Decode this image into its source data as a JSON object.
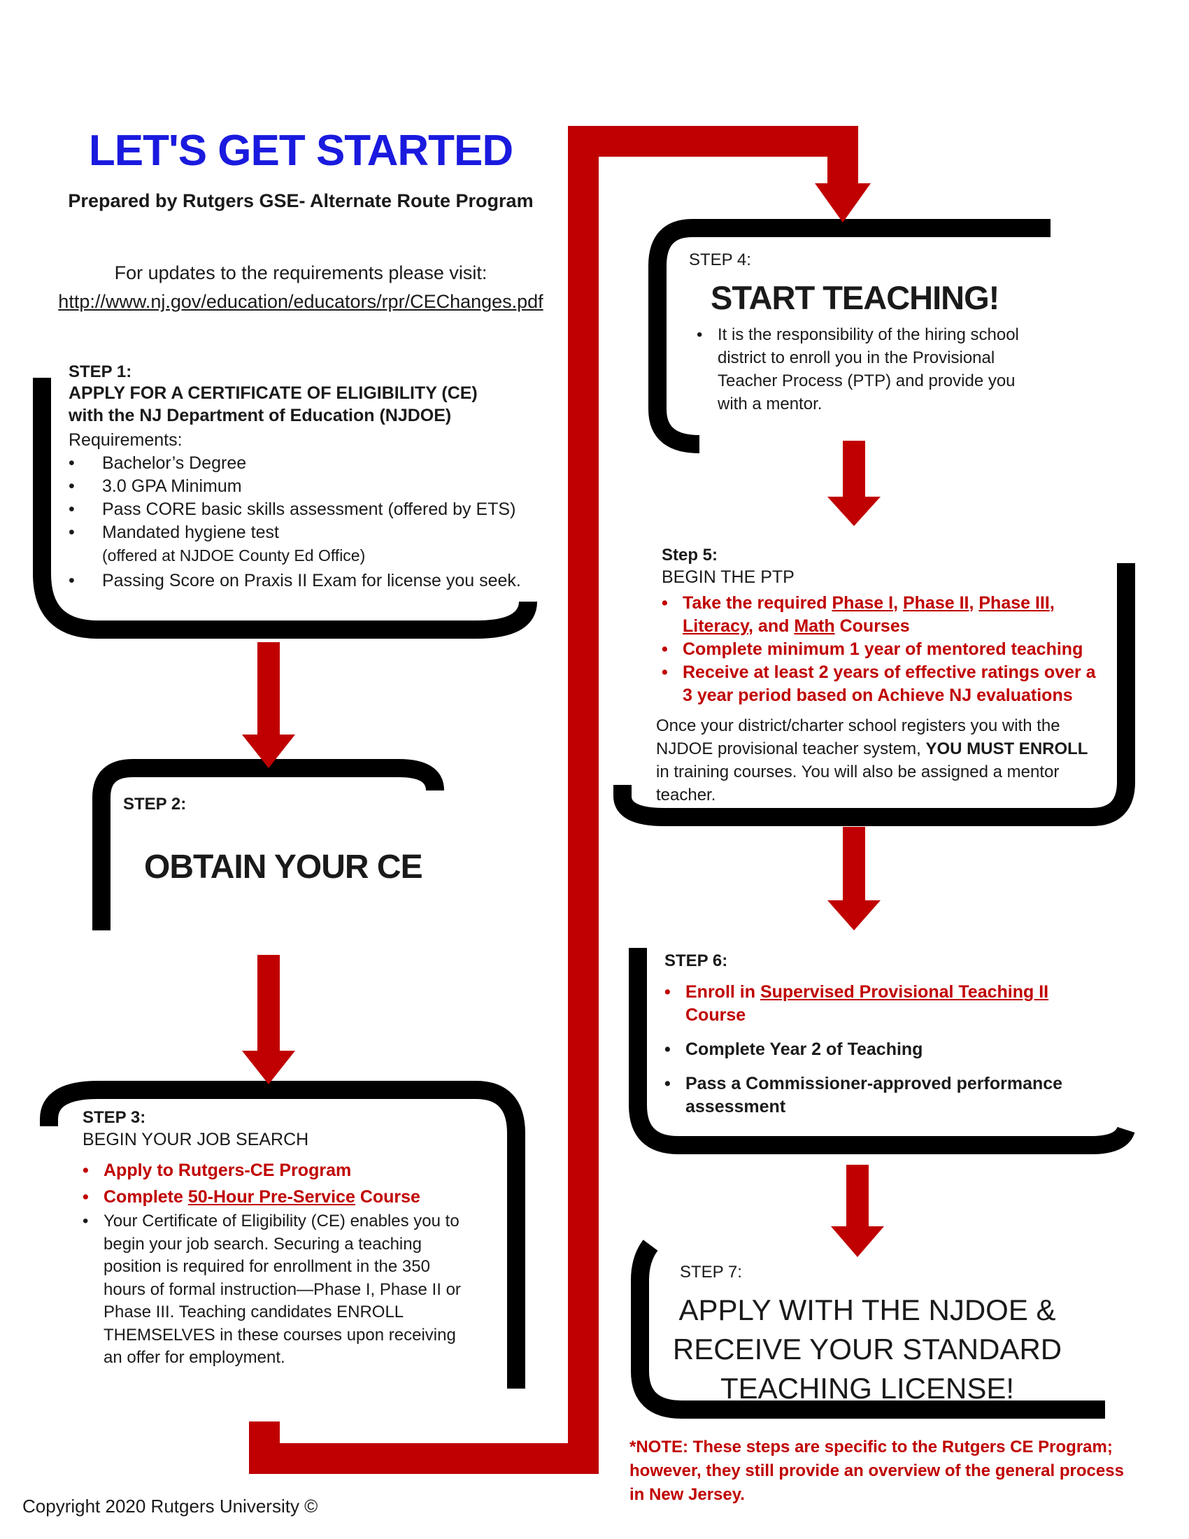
{
  "header": {
    "title": "LET'S GET STARTED",
    "prepared_by": "Prepared by Rutgers GSE- Alternate Route Program",
    "updates_text": "For updates to the requirements please visit:",
    "updates_link": "http://www.nj.gov/education/educators/rpr/CEChanges.pdf"
  },
  "step1": {
    "label": "STEP 1:",
    "heading1": "APPLY FOR A CERTIFICATE OF ELIGIBILITY (CE)",
    "heading2": "with the NJ Department of Education (NJDOE)",
    "req_label": "Requirements:",
    "items": [
      "Bachelor’s Degree",
      "3.0 GPA Minimum",
      "Pass CORE basic skills assessment (offered by ETS)",
      "Mandated hygiene test",
      "(offered at NJDOE County Ed Office)",
      "Passing Score on Praxis II Exam for license you seek."
    ]
  },
  "step2": {
    "label": "STEP 2:",
    "title": "OBTAIN YOUR CE"
  },
  "step3": {
    "label": "STEP 3:",
    "heading": "BEGIN YOUR JOB SEARCH",
    "item1": "Apply to Rutgers-CE Program",
    "item2_pre": "Complete ",
    "item2_link": "50-Hour Pre-Service",
    "item2_post": " Course",
    "item3": "Your Certificate of Eligibility (CE) enables you to begin your job search. Securing a teaching position is required for enrollment in the 350 hours of formal instruction—Phase I, Phase II or Phase III. Teaching candidates ENROLL THEMSELVES in these courses upon receiving an offer for employment."
  },
  "step4": {
    "label": "STEP 4:",
    "title": "START TEACHING!",
    "text": "It is the responsibility of the hiring school district to enroll you in the Provisional Teacher Process (PTP) and provide you with a mentor."
  },
  "step5": {
    "label": "Step 5:",
    "heading": "BEGIN THE PTP",
    "item1": {
      "pre": "Take the required ",
      "phase1": "Phase I",
      "sep1": ", ",
      "phase2": "Phase II",
      "sep2": ", ",
      "phase3": "Phase III",
      "sep3": ", ",
      "literacy": "Literacy",
      "sep4": ", and ",
      "math": "Math",
      "post": " Courses"
    },
    "item2": "Complete minimum 1 year of mentored teaching",
    "item3": "Receive at least 2 years of effective ratings over a 3 year period based on Achieve NJ evaluations",
    "para_pre": "Once your district/charter school registers you with the NJDOE provisional teacher system, ",
    "para_bold": "YOU MUST ENROLL",
    "para_post": " in training courses. You will also be assigned a mentor  teacher."
  },
  "step6": {
    "label": "STEP 6:",
    "item1_pre": "Enroll in ",
    "item1_link": "Supervised Provisional Teaching II",
    "item1_post": " Course",
    "item2": "Complete Year 2 of Teaching",
    "item3": "Pass a Commissioner-approved performance assessment"
  },
  "step7": {
    "label": "STEP 7:",
    "line1": "APPLY WITH THE NJDOE &",
    "line2": "RECEIVE YOUR STANDARD",
    "line3": "TEACHING LICENSE!"
  },
  "note": "*NOTE: These steps are specific to the Rutgers CE Program; however, they still provide an overview of the general process in New Jersey.",
  "copyright": "Copyright 2020 Rutgers University ©",
  "colors": {
    "accent_red": "#c00000",
    "title_blue": "#1a1adf",
    "bracket_black": "#000000"
  }
}
